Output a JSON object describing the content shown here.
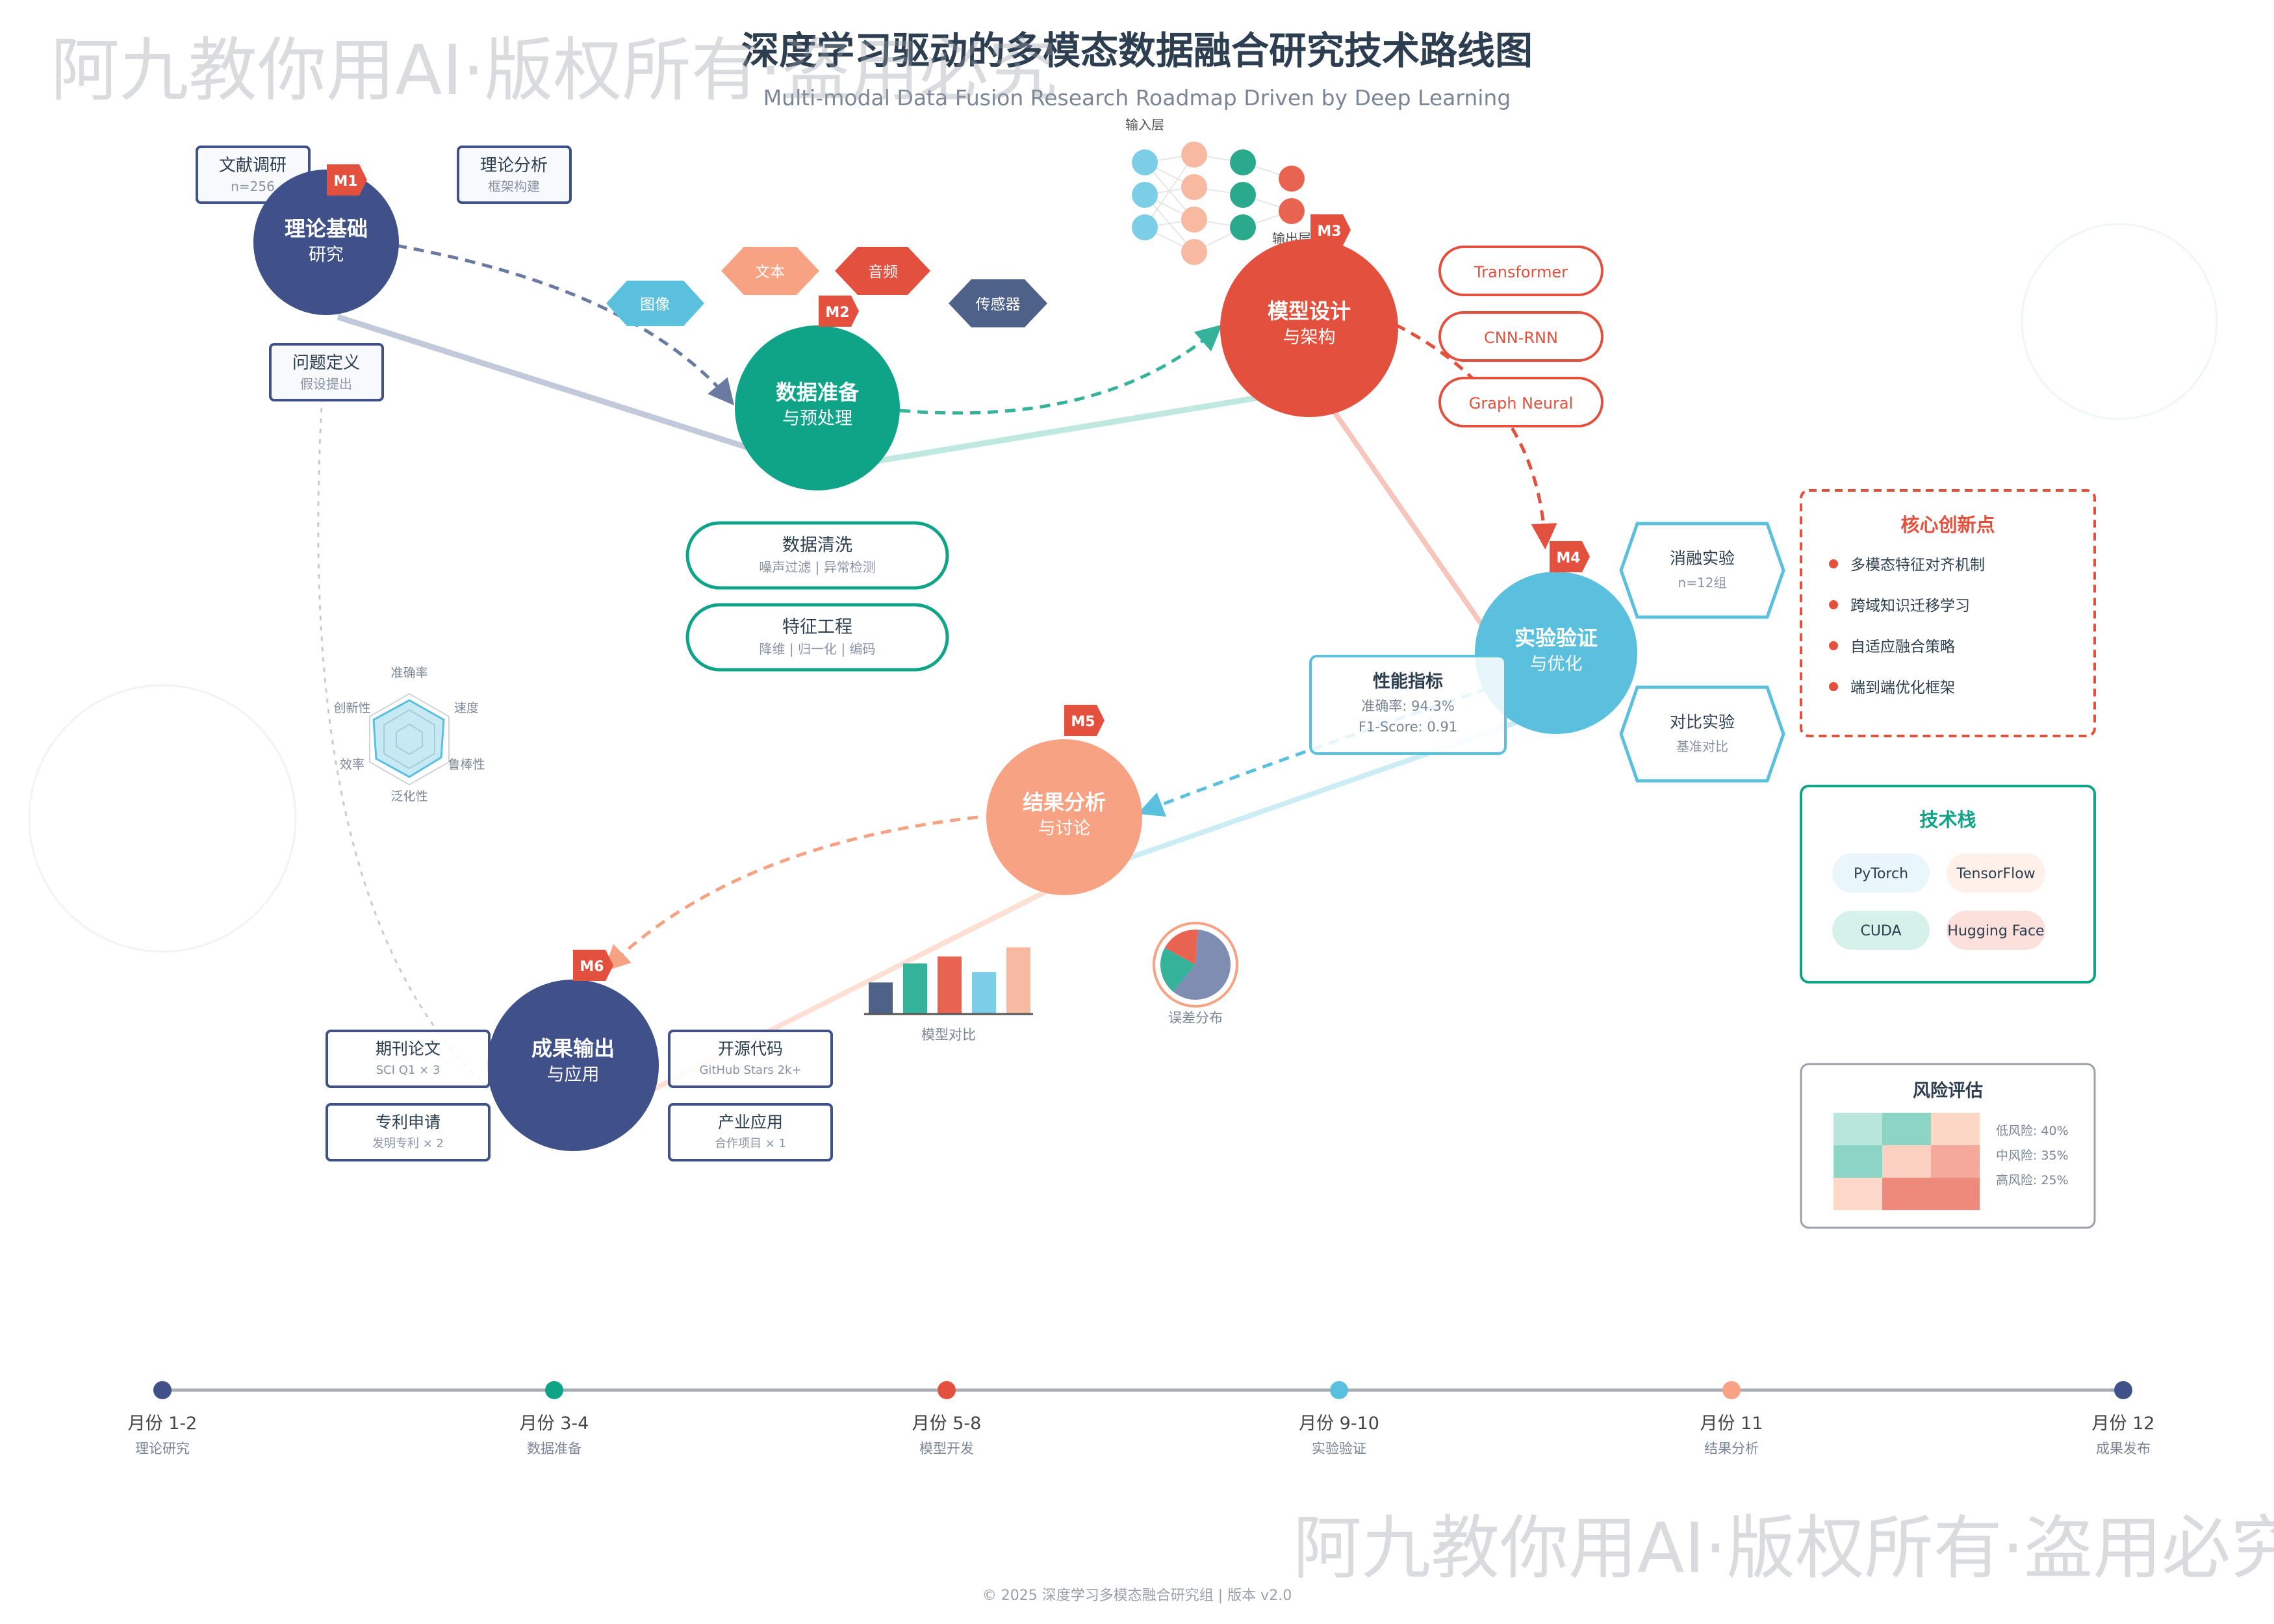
{
  "title": "深度学习驱动的多模态数据融合研究技术路线图",
  "subtitle": "Multi-modal Data Fusion Research Roadmap Driven by Deep Learning",
  "watermark": "阿九教你用AI·版权所有·盗用必究",
  "colors": {
    "navy": "#3f5188",
    "teal": "#0fa488",
    "red": "#e3503e",
    "cyan": "#5bc0de",
    "salmon": "#f6a283",
    "slate": "#4d6189"
  },
  "milestones": {
    "m1": {
      "badge": "M1",
      "title": "理论基础",
      "sub": "研究"
    },
    "m2": {
      "badge": "M2",
      "title": "数据准备",
      "sub": "与预处理"
    },
    "m3": {
      "badge": "M3",
      "title": "模型设计",
      "sub": "与架构"
    },
    "m4": {
      "badge": "M4",
      "title": "实验验证",
      "sub": "与优化"
    },
    "m5": {
      "badge": "M5",
      "title": "结果分析",
      "sub": "与讨论"
    },
    "m6": {
      "badge": "M6",
      "title": "成果输出",
      "sub": "与应用"
    }
  },
  "boxes": {
    "lit": {
      "title": "文献调研",
      "sub": "n=256"
    },
    "theory": {
      "title": "理论分析",
      "sub": "框架构建"
    },
    "problem": {
      "title": "问题定义",
      "sub": "假设提出"
    },
    "clean": {
      "title": "数据清洗",
      "sub": "噪声过滤 | 异常检测"
    },
    "feature": {
      "title": "特征工程",
      "sub": "降维 | 归一化 | 编码"
    },
    "metrics": {
      "title": "性能指标",
      "line1": "准确率: 94.3%",
      "line2": "F1-Score: 0.91"
    },
    "ablation": {
      "title": "消融实验",
      "sub": "n=12组"
    },
    "compare": {
      "title": "对比实验",
      "sub": "基准对比"
    },
    "paper": {
      "title": "期刊论文",
      "sub": "SCI Q1 × 3"
    },
    "patent": {
      "title": "专利申请",
      "sub": "发明专利 × 2"
    },
    "code": {
      "title": "开源代码",
      "sub": "GitHub Stars 2k+"
    },
    "industry": {
      "title": "产业应用",
      "sub": "合作项目 × 1"
    }
  },
  "modalities": {
    "image": "图像",
    "text": "文本",
    "audio": "音频",
    "sensor": "传感器"
  },
  "architectures": [
    "Transformer",
    "CNN-RNN",
    "Graph Neural"
  ],
  "nn": {
    "input": "输入层",
    "output": "输出层"
  },
  "innovation": {
    "title": "核心创新点",
    "items": [
      "多模态特征对齐机制",
      "跨域知识迁移学习",
      "自适应融合策略",
      "端到端优化框架"
    ]
  },
  "techstack": {
    "title": "技术栈",
    "items": [
      "PyTorch",
      "TensorFlow",
      "CUDA",
      "Hugging Face"
    ]
  },
  "risk": {
    "title": "风险评估",
    "labels": [
      "低风险: 40%",
      "中风险: 35%",
      "高风险: 25%"
    ]
  },
  "radar": {
    "labels": [
      "准确率",
      "速度",
      "鲁棒性",
      "泛化性",
      "效率",
      "创新性"
    ]
  },
  "chart_data": [
    {
      "type": "bar",
      "title": "模型对比",
      "categories": [
        "",
        "",
        "",
        "",
        ""
      ],
      "values": [
        0.45,
        0.72,
        0.82,
        0.6,
        0.95
      ]
    },
    {
      "type": "pie",
      "title": "误差分布",
      "slices": [
        0.6,
        0.22,
        0.18
      ]
    }
  ],
  "timeline": [
    {
      "label": "月份 1-2",
      "sub": "理论研究"
    },
    {
      "label": "月份 3-4",
      "sub": "数据准备"
    },
    {
      "label": "月份 5-8",
      "sub": "模型开发"
    },
    {
      "label": "月份 9-10",
      "sub": "实验验证"
    },
    {
      "label": "月份 11",
      "sub": "结果分析"
    },
    {
      "label": "月份 12",
      "sub": "成果发布"
    }
  ],
  "footer": "© 2025 深度学习多模态融合研究组 | 版本 v2.0"
}
